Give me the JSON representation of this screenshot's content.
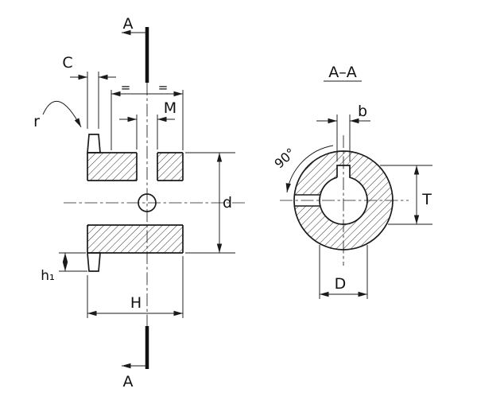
{
  "drawing": {
    "colors": {
      "line": "#1b1b1b",
      "background": "#ffffff"
    },
    "section_marks": {
      "top": "A",
      "bottom": "A"
    },
    "left_view": {
      "dimensions": {
        "c": "C",
        "r": "r",
        "equal_left": "=",
        "equal_right": "=",
        "m": "M",
        "d": "d",
        "h1": "h₁",
        "h": "H"
      }
    },
    "section_view": {
      "title": "A–A",
      "dimensions": {
        "b": "b",
        "angle": "90°",
        "t": "T",
        "d_bore": "D"
      }
    }
  }
}
